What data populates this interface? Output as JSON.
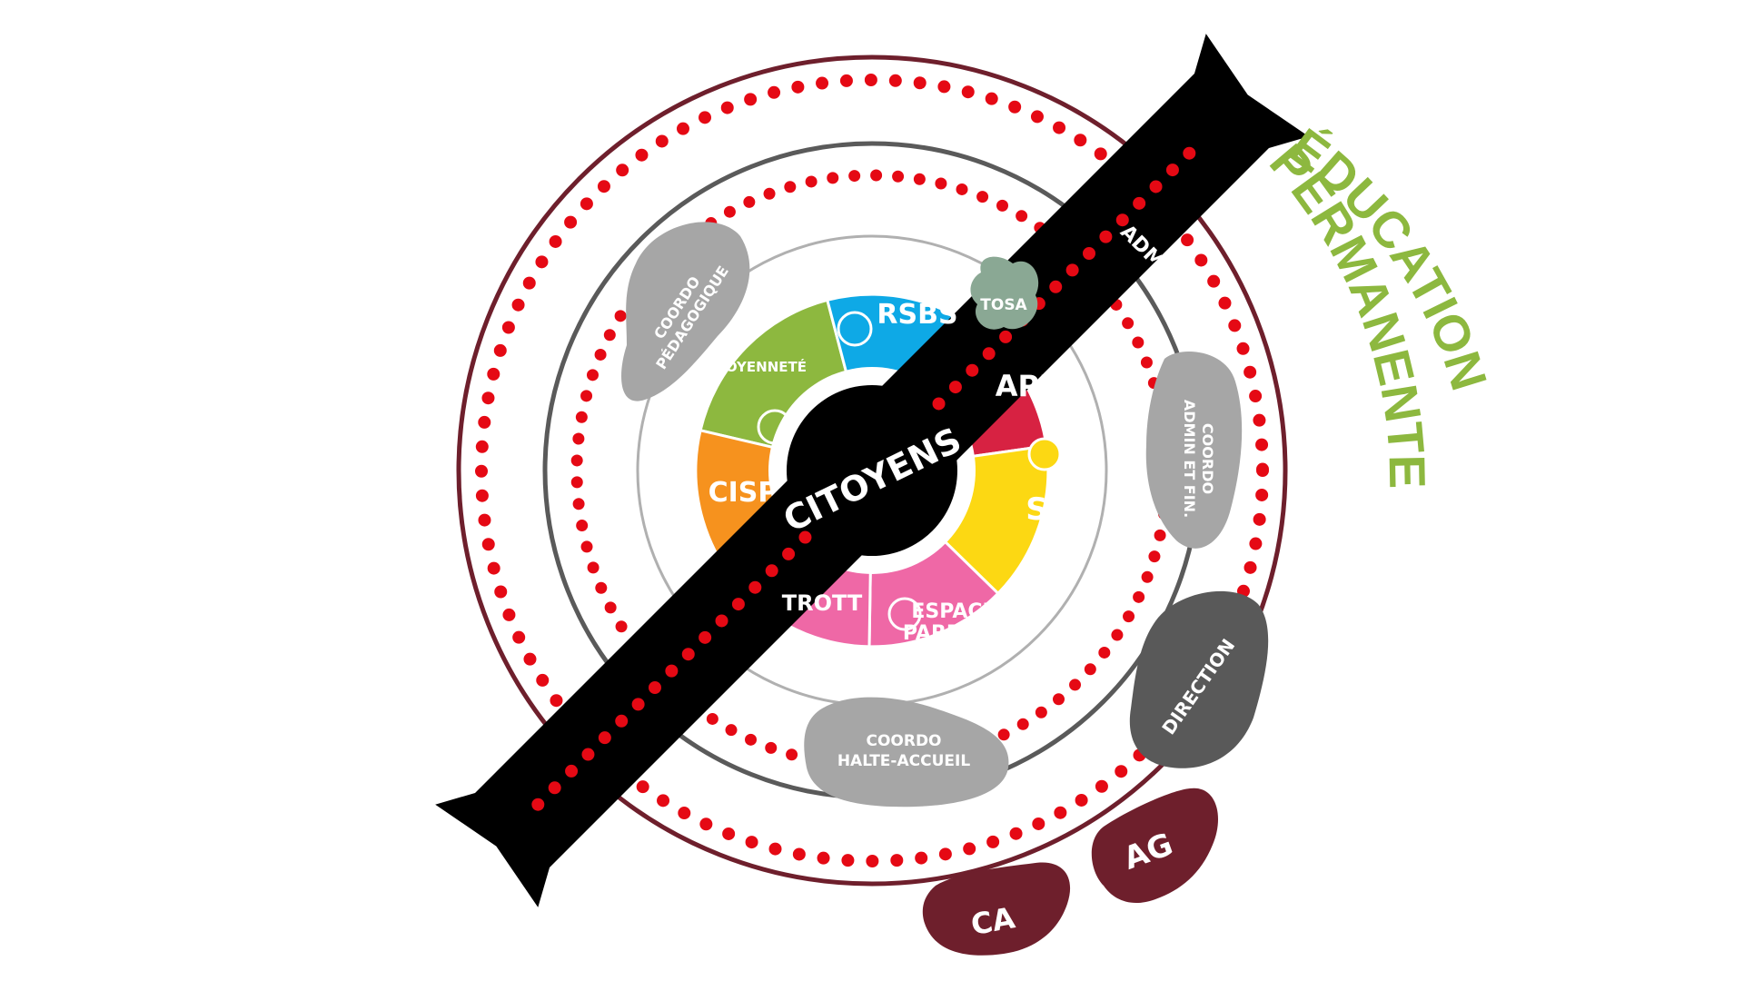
{
  "center_label": "CITOYENS",
  "outer_title": {
    "line1": "ÉDUCATION",
    "line2": "PERMANENTE"
  },
  "banner_label": "ADMIN",
  "segments": [
    {
      "key": "citoyennete",
      "label": "CITOYENNETÉ",
      "color": "#8db83f"
    },
    {
      "key": "rsbs",
      "label": "RSBS",
      "color": "#0ea9e6"
    },
    {
      "key": "apl",
      "label": "APL",
      "color": "#d72242"
    },
    {
      "key": "sis",
      "label": "SIS",
      "color": "#fcd813"
    },
    {
      "key": "espace_parents",
      "label_line1": "ESPACE",
      "label_line2": "PARENTS",
      "color": "#ef68a6"
    },
    {
      "key": "trott",
      "label": "TROTT",
      "color": "#ef68a6"
    },
    {
      "key": "cisp",
      "label": "CISP",
      "color": "#f6921e"
    }
  ],
  "bubbles": {
    "tosa": {
      "label": "TOSA",
      "color": "#8aa894"
    },
    "coordo_pedagogique": {
      "line1": "COORDO",
      "line2": "PÉDAGOGIQUE",
      "color": "#a6a6a6"
    },
    "coordo_admin_fin": {
      "line1": "COORDO",
      "line2": "ADMIN ET FIN.",
      "color": "#a6a6a6"
    },
    "coordo_halte_accueil": {
      "line1": "COORDO",
      "line2": "HALTE-ACCUEIL",
      "color": "#a6a6a6"
    },
    "direction": {
      "label": "DIRECTION",
      "color": "#595959"
    },
    "ag": {
      "label": "AG",
      "color": "#6e1f2c"
    },
    "ca": {
      "label": "CA",
      "color": "#6e1f2c"
    }
  },
  "colors": {
    "outer_ring": "#6e1f2c",
    "middle_ring": "#5a5a5a",
    "inner_ring": "#b0b0b0",
    "dots": "#e50914",
    "banner": "#000000"
  }
}
